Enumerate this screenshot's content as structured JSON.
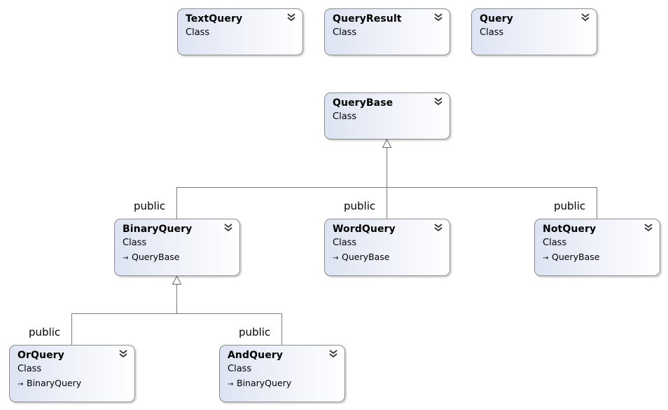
{
  "classes": {
    "text_query": {
      "name": "TextQuery",
      "stereotype": "Class"
    },
    "query_result": {
      "name": "QueryResult",
      "stereotype": "Class"
    },
    "query": {
      "name": "Query",
      "stereotype": "Class"
    },
    "query_base": {
      "name": "QueryBase",
      "stereotype": "Class"
    },
    "binary_query": {
      "name": "BinaryQuery",
      "stereotype": "Class",
      "base": "QueryBase"
    },
    "word_query": {
      "name": "WordQuery",
      "stereotype": "Class",
      "base": "QueryBase"
    },
    "not_query": {
      "name": "NotQuery",
      "stereotype": "Class",
      "base": "QueryBase"
    },
    "or_query": {
      "name": "OrQuery",
      "stereotype": "Class",
      "base": "BinaryQuery"
    },
    "and_query": {
      "name": "AndQuery",
      "stereotype": "Class",
      "base": "BinaryQuery"
    }
  },
  "inheritance_labels": {
    "binary_query": "public",
    "word_query": "public",
    "not_query": "public",
    "or_query": "public",
    "and_query": "public"
  },
  "icons": {
    "collapse": "double-chevron-down-icon",
    "inherit": "inheritance-arrow-icon"
  },
  "colors": {
    "box_gradient_start": "#dde3f2",
    "box_gradient_end": "#ffffff",
    "box_border": "#8b8b8b",
    "connector": "#7a7a7a"
  }
}
